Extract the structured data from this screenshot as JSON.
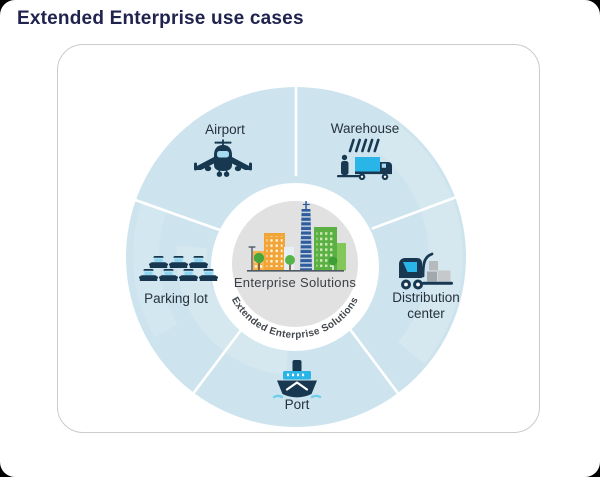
{
  "title": "Extended Enterprise use cases",
  "diagram": {
    "center": {
      "label": "Enterprise Solutions",
      "ring_label": "Extended Enterprise Solutions"
    },
    "segments": {
      "airport": {
        "label": "Airport",
        "icon": "airplane-icon"
      },
      "warehouse": {
        "label": "Warehouse",
        "icon": "warehouse-truck-icon"
      },
      "distribution": {
        "label": "Distribution center",
        "line1": "Distribution",
        "line2": "center",
        "icon": "forklift-truck-icon"
      },
      "port": {
        "label": "Port",
        "icon": "cargo-ship-icon"
      },
      "parking": {
        "label": "Parking lot",
        "icon": "parked-cars-icon"
      }
    },
    "colors": {
      "ring_blue": "#cde4ee",
      "accent_cyan": "#29b5e8",
      "icon_navy": "#173850",
      "center_gray": "#e1e1e1",
      "title_navy": "#21234f",
      "label_dark": "#27313c"
    }
  }
}
